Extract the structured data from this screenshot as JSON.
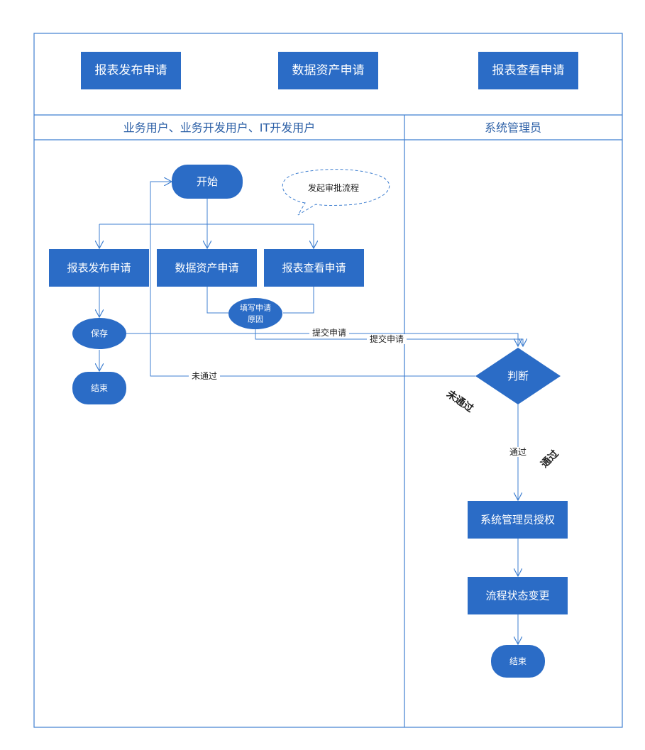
{
  "legend": {
    "publish": "报表发布申请",
    "asset": "数据资产申请",
    "view": "报表查看申请"
  },
  "lanes": {
    "left": "业务用户、业务开发用户、IT开发用户",
    "right": "系统管理员"
  },
  "nodes": {
    "start": "开始",
    "bubble": "发起审批流程",
    "publish": "报表发布申请",
    "asset": "数据资产申请",
    "view": "报表查看申请",
    "reason_line1": "填写申请",
    "reason_line2": "原因",
    "save": "保存",
    "end_left": "结束",
    "judge": "判断",
    "authorize": "系统管理员授权",
    "status_change": "流程状态变更",
    "end_right": "结束"
  },
  "edge_labels": {
    "submit_1": "提交申请",
    "submit_2": "提交申请",
    "reject": "未通过",
    "reject_bold": "未通过",
    "pass": "通过",
    "pass_bold": "通过"
  },
  "colors": {
    "box": "#2b6cc6",
    "line": "#3f7fd0"
  }
}
